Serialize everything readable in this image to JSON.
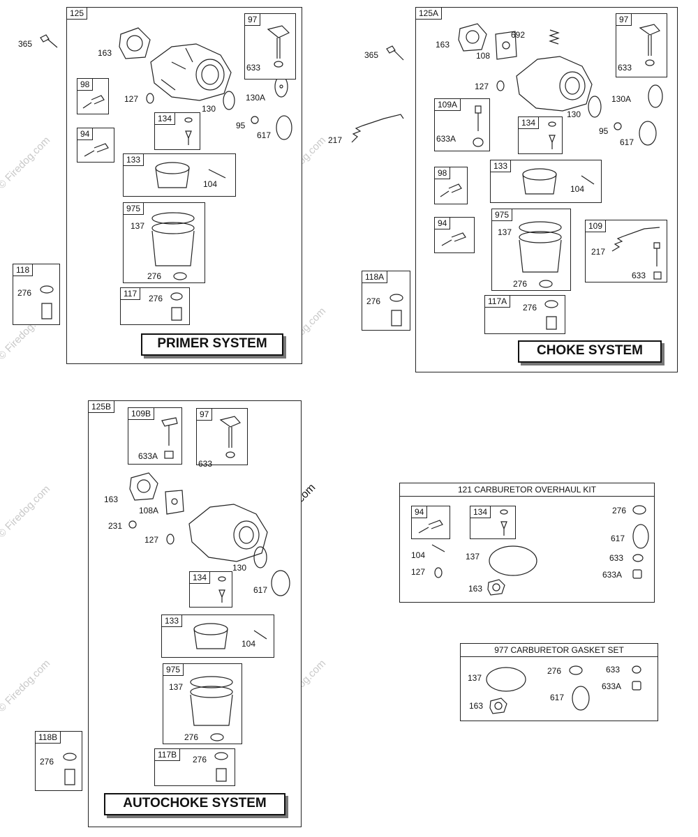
{
  "watermark": "© Firedog.com",
  "primer": {
    "assembly": "125",
    "title": "PRIMER SYSTEM",
    "labels": [
      "365",
      "163",
      "127",
      "130",
      "130A",
      "95",
      "617",
      "133",
      "104",
      "975",
      "137",
      "276"
    ],
    "sub97": {
      "tag": "97",
      "part": "633"
    },
    "sub98": {
      "tag": "98"
    },
    "sub94": {
      "tag": "94"
    },
    "sub134": {
      "tag": "134"
    },
    "sub117": {
      "tag": "117",
      "part": "276"
    },
    "sub118": {
      "tag": "118",
      "part": "276"
    }
  },
  "choke": {
    "assembly": "125A",
    "title": "CHOKE SYSTEM",
    "labels": [
      "365",
      "163",
      "108",
      "692",
      "127",
      "130",
      "130A",
      "95",
      "617",
      "217",
      "133",
      "104",
      "975",
      "137",
      "276"
    ],
    "sub97": {
      "tag": "97",
      "part": "633"
    },
    "sub109a": {
      "tag": "109A",
      "part": "633A"
    },
    "sub134": {
      "tag": "134"
    },
    "sub98": {
      "tag": "98"
    },
    "sub94": {
      "tag": "94"
    },
    "sub109": {
      "tag": "109",
      "part1": "217",
      "part2": "633"
    },
    "sub117a": {
      "tag": "117A",
      "part": "276"
    },
    "sub118a": {
      "tag": "118A",
      "part": "276"
    }
  },
  "autochoke": {
    "assembly": "125B",
    "title": "AUTOCHOKE SYSTEM",
    "labels": [
      "163",
      "108A",
      "231",
      "127",
      "130",
      "617",
      "133",
      "104",
      "975",
      "137",
      "276"
    ],
    "sub109b": {
      "tag": "109B",
      "part": "633A"
    },
    "sub97": {
      "tag": "97",
      "part": "633"
    },
    "sub134": {
      "tag": "134"
    },
    "sub117b": {
      "tag": "117B",
      "part": "276"
    },
    "sub118b": {
      "tag": "118B",
      "part": "276"
    }
  },
  "overhaul_kit": {
    "title": "121 CARBURETOR OVERHAUL KIT",
    "sub94": {
      "tag": "94"
    },
    "sub134": {
      "tag": "134"
    },
    "labels": [
      "104",
      "127",
      "137",
      "163",
      "276",
      "617",
      "633",
      "633A"
    ]
  },
  "gasket_set": {
    "title": "977 CARBURETOR GASKET SET",
    "labels": [
      "137",
      "163",
      "276",
      "617",
      "633",
      "633A"
    ]
  }
}
